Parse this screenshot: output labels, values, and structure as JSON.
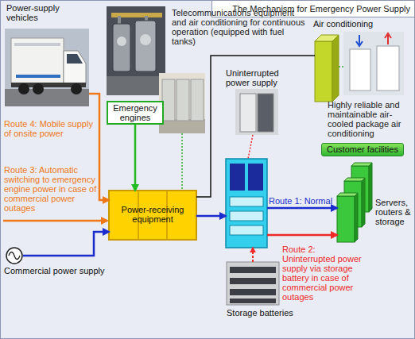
{
  "diagram": {
    "title": "The Mechanism for Emergency Power Supply",
    "nodes": [
      {
        "text": [
          "Power-supply vehicles"
        ]
      },
      {
        "text": [
          "Emergency engines"
        ]
      },
      {
        "text": [
          "Air conditioning"
        ]
      },
      {
        "text": [
          "Uninterrupted power supply"
        ]
      },
      {
        "text": [
          "Customer facilities"
        ]
      },
      {
        "text": [
          "Power-receiving equipment"
        ]
      },
      {
        "text": [
          "Servers, routers & storage"
        ]
      },
      {
        "text": [
          "Commercial power supply"
        ]
      },
      {
        "text": [
          "Storage batteries"
        ]
      }
    ],
    "edges": [
      {
        "from": 0,
        "to": 5,
        "arrow": "to",
        "label": "Route 4: Mobile supply of onsite power"
      },
      {
        "from": 1,
        "to": 5,
        "arrow": "to"
      },
      {
        "from": 7,
        "to": 5,
        "arrow": "to"
      },
      {
        "from": 5,
        "to": 3,
        "arrow": "to"
      },
      {
        "from": 3,
        "to": 6,
        "arrow": "to",
        "label": "Route 1: Normal"
      },
      {
        "from": 3,
        "to": 6,
        "arrow": "to",
        "label": "Route 2: Uninterrupted power supply via storage battery in case of commercial power outages"
      },
      {
        "from": 5,
        "to": 2,
        "arrow": "none"
      },
      {
        "from": 8,
        "to": 3,
        "arrow": "to"
      }
    ],
    "labels": [
      "Telecommunications equipment and air conditioning for continuous operation (equipped with fuel tanks)",
      "Highly reliable and maintainable air-cooled package air conditioning",
      "Route 3: Automatic switching to emergency engine power in case of commercial power outages"
    ]
  }
}
